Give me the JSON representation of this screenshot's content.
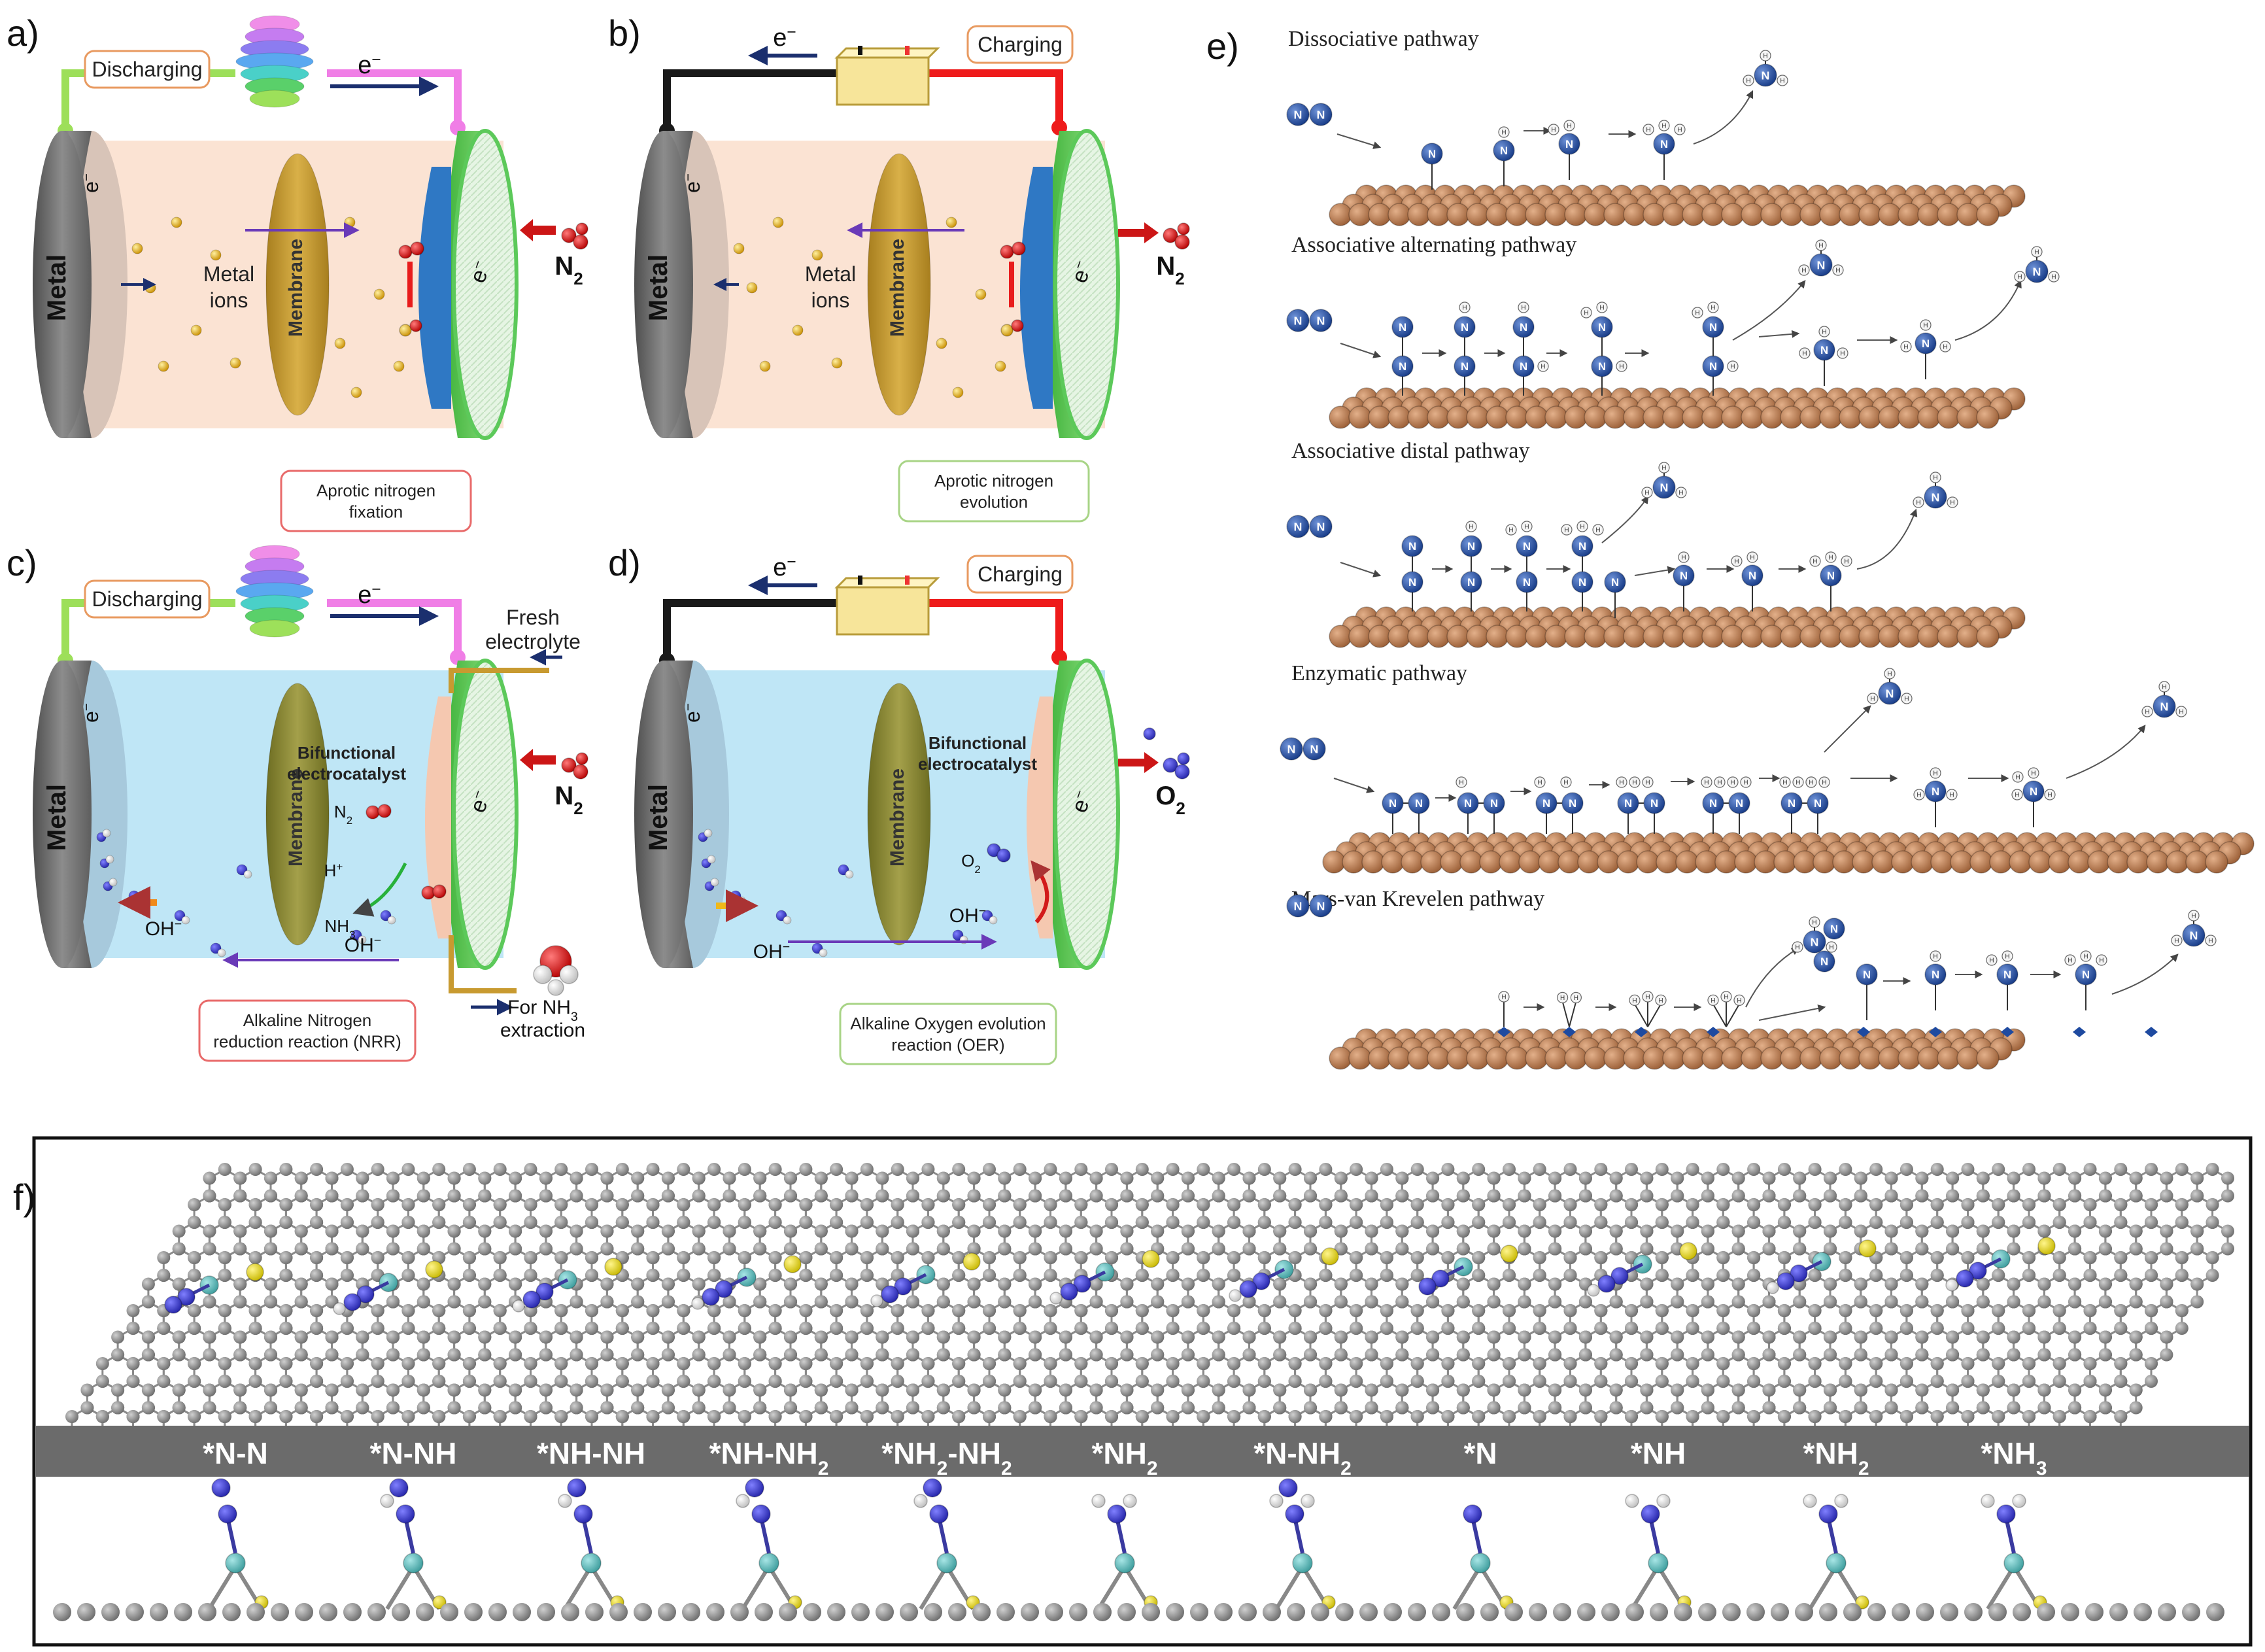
{
  "panels": {
    "a": {
      "letter": "a)",
      "mode": "Discharging",
      "electron": "e",
      "electron_sup": "−",
      "metal": "Metal",
      "metal_e": "e",
      "metal_e_sup": "−",
      "ions": [
        "Metal",
        "ions"
      ],
      "membrane": "Membrane",
      "cathode_e": "e",
      "cathode_e_sup": "−",
      "gas": "N",
      "gas_sub": "2",
      "caption": [
        "Aprotic nitrogen",
        "fixation"
      ]
    },
    "b": {
      "letter": "b)",
      "mode": "Charging",
      "electron": "e",
      "electron_sup": "−",
      "metal": "Metal",
      "metal_e": "e",
      "metal_e_sup": "−",
      "ions": [
        "Metal",
        "ions"
      ],
      "membrane": "Membrane",
      "cathode_e": "e",
      "cathode_e_sup": "−",
      "gas": "N",
      "gas_sub": "2",
      "caption": [
        "Aprotic nitrogen",
        "evolution"
      ]
    },
    "c": {
      "letter": "c)",
      "mode": "Discharging",
      "electron": "e",
      "electron_sup": "−",
      "metal": "Metal",
      "metal_e": "e",
      "metal_e_sup": "−",
      "membrane": "Membrane",
      "catalyst": [
        "Bifunctional",
        "electrocatalyst"
      ],
      "fresh": [
        "Fresh",
        "electrolyte"
      ],
      "n2_small": "N",
      "n2_small_sub": "2",
      "hplus": "H",
      "hplus_sup": "+",
      "nh3": "NH",
      "nh3_sub": "3",
      "oh1": "OH",
      "oh1_sup": "−",
      "oh2": "OH",
      "oh2_sup": "−",
      "cathode_e": "e",
      "cathode_e_sup": "−",
      "gas": "N",
      "gas_sub": "2",
      "extraction": [
        "For NH",
        "3",
        "extraction"
      ],
      "caption": [
        "Alkaline Nitrogen",
        "reduction reaction (NRR)"
      ]
    },
    "d": {
      "letter": "d)",
      "mode": "Charging",
      "electron": "e",
      "electron_sup": "−",
      "metal": "Metal",
      "metal_e": "e",
      "metal_e_sup": "−",
      "membrane": "Membrane",
      "catalyst": [
        "Bifunctional",
        "electrocatalyst"
      ],
      "o2_small": "O",
      "o2_small_sub": "2",
      "oh1": "OH",
      "oh1_sup": "−",
      "oh2": "OH",
      "oh2_sup": "−",
      "cathode_e": "e",
      "cathode_e_sup": "−",
      "gas": "O",
      "gas_sub": "2",
      "caption": [
        "Alkaline Oxygen evolution",
        "reaction (OER)"
      ]
    },
    "e": {
      "letter": "e)",
      "pathways": [
        {
          "title": "Dissociative pathway"
        },
        {
          "title": "Associative alternating pathway"
        },
        {
          "title": "Associative distal pathway"
        },
        {
          "title": "Enzymatic pathway"
        },
        {
          "title": "Mars-van Krevelen pathway"
        }
      ],
      "atom_n": "N",
      "atom_h": "H"
    },
    "f": {
      "letter": "f)",
      "intermediates": [
        {
          "label": "*N-N",
          "sub": ""
        },
        {
          "label": "*N-NH",
          "sub": ""
        },
        {
          "label": "*NH-NH",
          "sub": ""
        },
        {
          "label": "*NH-NH",
          "sub": "2"
        },
        {
          "label": "*NH",
          "sub": "2",
          "label2": "-NH",
          "sub2": "2"
        },
        {
          "label": "*NH",
          "sub": "2"
        },
        {
          "label": "*N-NH",
          "sub": "2"
        },
        {
          "label": "*N",
          "sub": ""
        },
        {
          "label": "*NH",
          "sub": ""
        },
        {
          "label": "*NH",
          "sub": "2"
        },
        {
          "label": "*NH",
          "sub": "3"
        }
      ]
    }
  },
  "colors": {
    "aprotic_bg": "#fbe3d3",
    "alkaline_bg": "#bfe6f6",
    "metal": "#6f6f6f",
    "membrane": "#c8a030",
    "membrane_alk": "#8a8a3a",
    "cathode": "#6fd36a",
    "catalyst_blue": "#2f78c4",
    "catalyst_pink": "#f5c8b0",
    "wire_green": "#9ddf5a",
    "wire_pink": "#f07ee6",
    "wire_red": "#ee1b1b",
    "arrow_navy": "#1b2f6e",
    "n_atom": "#1e4aa0",
    "ru_surface": "#c8875a",
    "graphene": "#8a8a8a",
    "label_bar": "#6b6b6b"
  }
}
